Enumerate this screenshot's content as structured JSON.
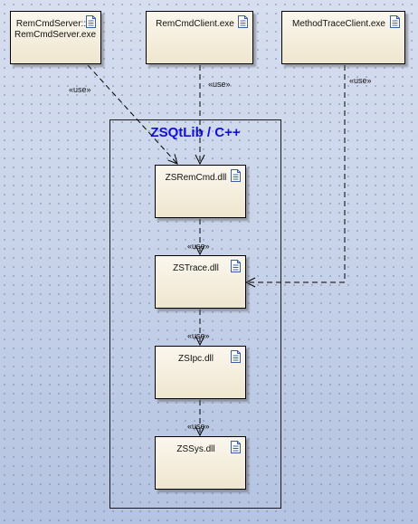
{
  "package": {
    "title": "ZSQtLib / C++"
  },
  "components": {
    "remcmdserver": {
      "line1": "RemCmdServer::",
      "line2": "RemCmdServer.exe"
    },
    "remcmdclient": {
      "label": "RemCmdClient.exe"
    },
    "methodtraceclient": {
      "label": "MethodTraceClient.exe"
    },
    "zsremcmd": {
      "label": "ZSRemCmd.dll"
    },
    "zstrace": {
      "label": "ZSTrace.dll"
    },
    "zsipc": {
      "label": "ZSIpc.dll"
    },
    "zssys": {
      "label": "ZSSys.dll"
    }
  },
  "stereotype": "«use»",
  "colors": {
    "package_title": "#1010d8",
    "component_fill": "#f5efe0",
    "edge": "#000000"
  },
  "icons": {
    "component": "document-icon"
  }
}
